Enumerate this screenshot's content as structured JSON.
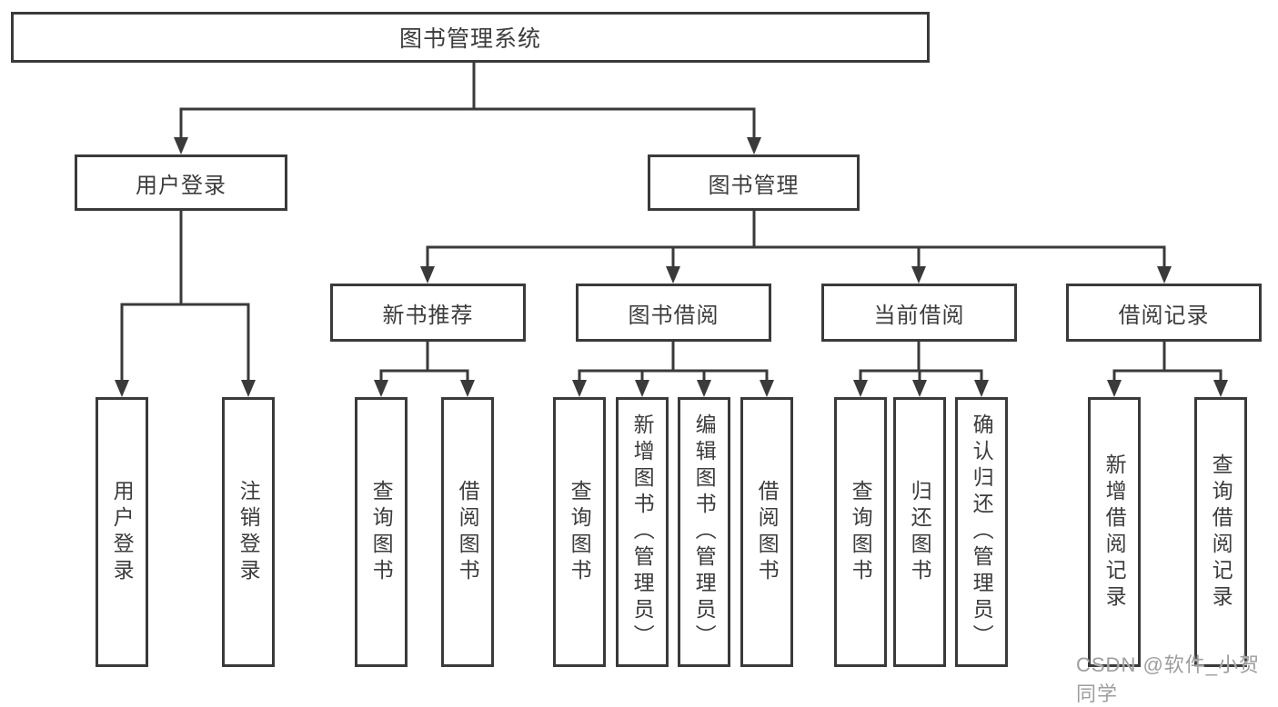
{
  "diagram": {
    "root": {
      "label": "图书管理系统"
    },
    "branches": [
      {
        "label": "用户登录",
        "children": [
          {
            "label": "用户登录"
          },
          {
            "label": "注销登录"
          }
        ]
      },
      {
        "label": "图书管理",
        "children": [
          {
            "label": "新书推荐",
            "children": [
              {
                "label": "查询图书"
              },
              {
                "label": "借阅图书"
              }
            ]
          },
          {
            "label": "图书借阅",
            "children": [
              {
                "label": "查询图书"
              },
              {
                "label": "新增图书（管理员）"
              },
              {
                "label": "编辑图书（管理员）"
              },
              {
                "label": "借阅图书"
              }
            ]
          },
          {
            "label": "当前借阅",
            "children": [
              {
                "label": "查询图书"
              },
              {
                "label": "归还图书"
              },
              {
                "label": "确认归还（管理员）"
              }
            ]
          },
          {
            "label": "借阅记录",
            "children": [
              {
                "label": "新增借阅记录"
              },
              {
                "label": "查询借阅记录"
              }
            ]
          }
        ]
      }
    ]
  },
  "watermark": "CSDN @软件_小贺同学",
  "colors": {
    "line": "#3a3a3a",
    "text": "#3c3c3c",
    "watermark": "#9e9e9e",
    "background": "#ffffff"
  }
}
